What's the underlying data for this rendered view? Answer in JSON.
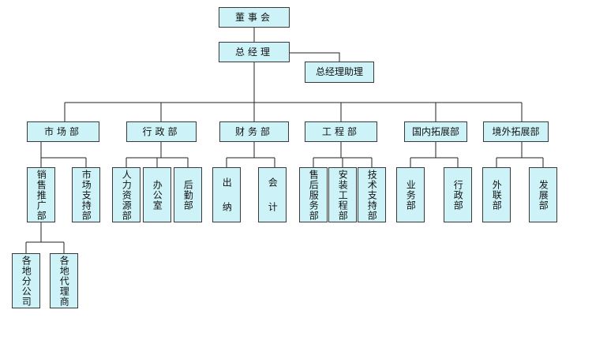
{
  "chart_data": {
    "type": "org_chart",
    "root": "董事会",
    "general_manager": "总经理",
    "assistant": "总经理助理",
    "departments": [
      {
        "name": "市场部",
        "children": [
          "销售推广部",
          "市场支持部"
        ]
      },
      {
        "name": "行政部",
        "children": [
          "人力资源部",
          "办公室",
          "后勤部"
        ]
      },
      {
        "name": "财务部",
        "children": [
          "出纳",
          "会计"
        ]
      },
      {
        "name": "工程部",
        "children": [
          "售后服务部",
          "安装工程部",
          "技术支持部"
        ]
      },
      {
        "name": "国内拓展部",
        "children": [
          "业务部",
          "行政部"
        ]
      },
      {
        "name": "境外拓展部",
        "children": [
          "外联部",
          "发展部"
        ]
      }
    ],
    "sales_branches": [
      "各地分公司",
      "各地代理商"
    ]
  },
  "colors": {
    "box_fill": "#cdf3f8",
    "box_border": "#3a3a3a",
    "line": "#222222"
  }
}
